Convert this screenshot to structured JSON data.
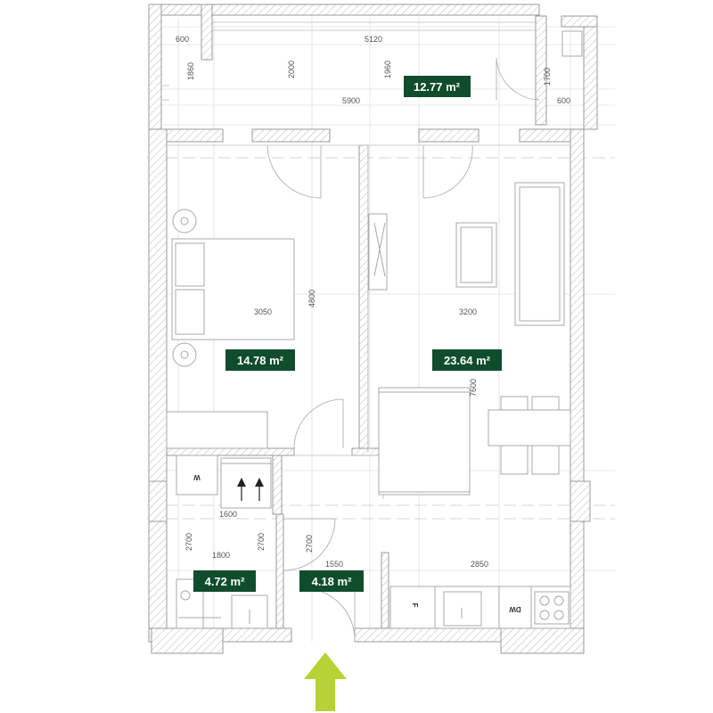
{
  "areas": {
    "balcony": "12.77 m²",
    "bedroom": "14.78 m²",
    "living": "23.64 m²",
    "bathroom": "4.72 m²",
    "hall": "4.18 m²"
  },
  "dimensions": {
    "d600_a": "600",
    "d5120": "5120",
    "d1860": "1860",
    "d2000": "2000",
    "d1960": "1960",
    "d1700": "1700",
    "d600_b": "600",
    "d5900": "5900",
    "d3050": "3050",
    "d4800": "4800",
    "d3200": "3200",
    "d7600": "7600",
    "d1600": "1600",
    "d2700_a": "2700",
    "d1800": "1800",
    "d2700_b": "2700",
    "d2700_c": "2700",
    "d1550": "1550",
    "d2850": "2850"
  },
  "appliances": {
    "washer": "W",
    "fridge": "F",
    "dishwasher": "DW"
  },
  "colors": {
    "badge": "#0f4d2c",
    "entrance_arrow": "#b5d334"
  },
  "icons": {
    "entrance": "entrance-arrow-icon"
  }
}
